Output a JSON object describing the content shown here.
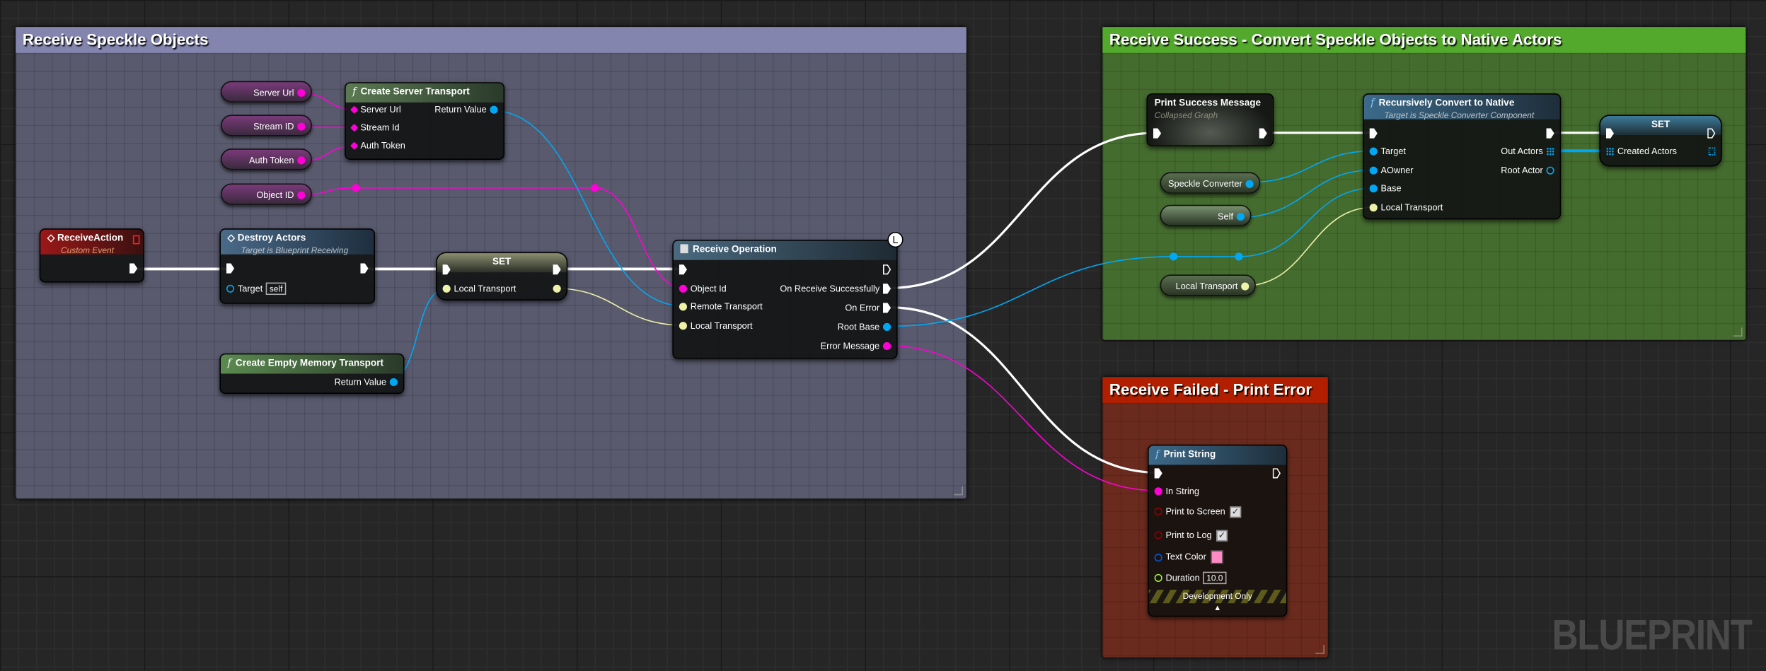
{
  "comments": {
    "receive": "Receive Speckle Objects",
    "success": "Receive Success - Convert Speckle Objects to Native Actors",
    "failed": "Receive Failed - Print Error"
  },
  "variables": {
    "server_url": "Server Url",
    "stream_id": "Stream ID",
    "auth_token": "Auth Token",
    "object_id": "Object ID",
    "speckle_converter": "Speckle Converter",
    "self": "Self",
    "local_transport": "Local Transport"
  },
  "nodes": {
    "create_server_transport": {
      "title": "Create Server Transport",
      "pins": [
        "Server Url",
        "Stream Id",
        "Auth Token"
      ],
      "out": "Return Value"
    },
    "receive_action": {
      "title": "ReceiveAction",
      "subtitle": "Custom Event"
    },
    "destroy_actors": {
      "title": "Destroy Actors",
      "subtitle": "Target is Blueprint Receiving",
      "target": "Target",
      "target_value": "self"
    },
    "set_local": {
      "title": "SET",
      "pin": "Local Transport"
    },
    "create_empty_memory": {
      "title": "Create Empty Memory Transport",
      "out": "Return Value"
    },
    "receive_operation": {
      "title": "Receive Operation",
      "inputs": [
        "Object Id",
        "Remote Transport",
        "Local Transport"
      ],
      "outputs": [
        "On Receive Successfully",
        "On Error",
        "Root Base",
        "Error Message"
      ]
    },
    "print_success": {
      "title": "Print Success Message",
      "subtitle": "Collapsed Graph"
    },
    "recursively_convert": {
      "title": "Recursively Convert to Native",
      "subtitle": "Target is Speckle Converter Component",
      "inputs": [
        "Target",
        "AOwner",
        "Base",
        "Local Transport"
      ],
      "outputs": [
        "Out Actors",
        "Root Actor"
      ]
    },
    "set_created": {
      "title": "SET",
      "pin": "Created Actors"
    },
    "print_string": {
      "title": "Print String",
      "in_string": "In String",
      "print_to_screen": "Print to Screen",
      "print_to_log": "Print to Log",
      "text_color": "Text Color",
      "duration": "Duration",
      "duration_value": "10.0",
      "dev_only": "Development Only",
      "print_to_screen_checked": true,
      "print_to_log_checked": true,
      "text_color_value": "#ff8ac4"
    }
  },
  "watermark": "BLUEPRINT",
  "colors": {
    "exec": "#ffffff",
    "string": "#ff00d8",
    "object": "#00a8f4",
    "interface": "#eef2a8",
    "bool": "#930000",
    "color": "#0058d8",
    "float": "#9ef03c"
  }
}
